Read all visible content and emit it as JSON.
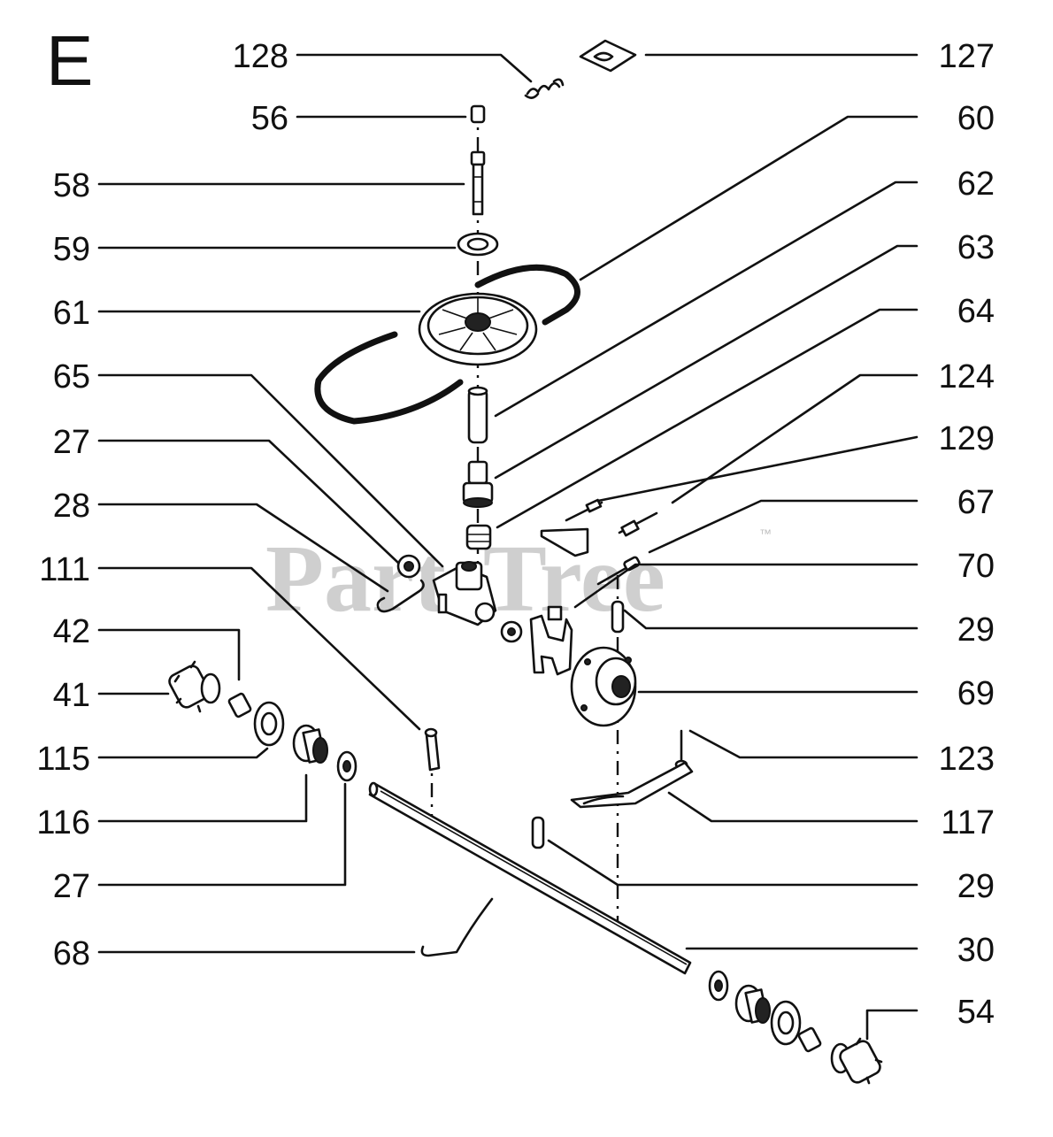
{
  "section_letter": "E",
  "watermark": "PartsTree",
  "watermark_tm": "™",
  "left_labels": [
    "128",
    "56",
    "58",
    "59",
    "61",
    "65",
    "27",
    "28",
    "111",
    "42",
    "41",
    "115",
    "116",
    "27",
    "68"
  ],
  "right_labels": [
    "127",
    "60",
    "62",
    "63",
    "64",
    "124",
    "129",
    "67",
    "70",
    "29",
    "69",
    "123",
    "117",
    "29",
    "30",
    "54"
  ]
}
